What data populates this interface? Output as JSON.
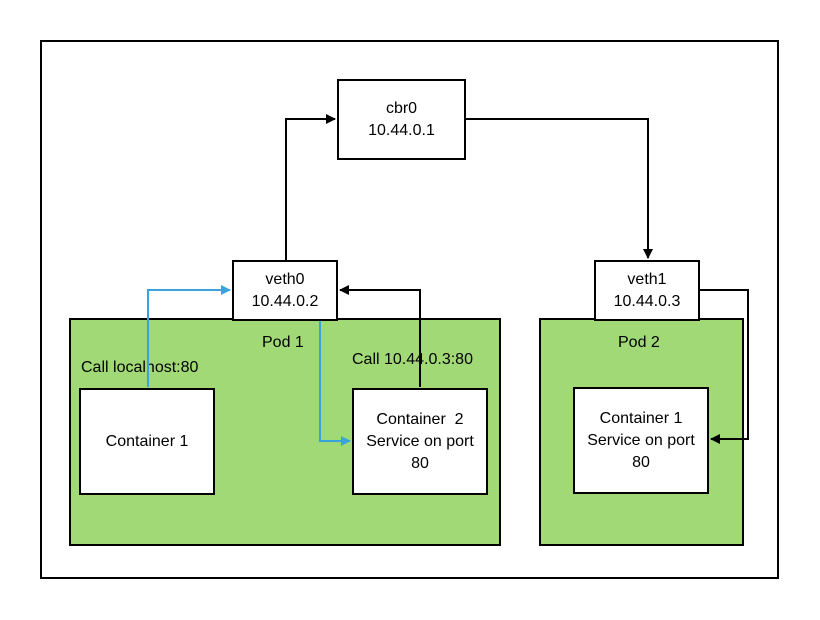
{
  "colors": {
    "pod_fill": "#a2d977",
    "blue_path": "#3aa3dc",
    "black_path": "#000000"
  },
  "nodes": {
    "cbr0": {
      "name": "cbr0",
      "ip": "10.44.0.1"
    },
    "veth0": {
      "name": "veth0",
      "ip": "10.44.0.2"
    },
    "veth1": {
      "name": "veth1",
      "ip": "10.44.0.3"
    }
  },
  "pod1": {
    "title": "Pod 1",
    "call_local": "Call localhost:80",
    "call_remote": "Call 10.44.0.3:80",
    "container1": {
      "line1": "Container 1"
    },
    "container2": {
      "line1": "Container  2",
      "line2": "Service on port",
      "line3": "80"
    }
  },
  "pod2": {
    "title": "Pod 2",
    "container1": {
      "line1": "Container 1",
      "line2": "Service on port",
      "line3": "80"
    }
  }
}
